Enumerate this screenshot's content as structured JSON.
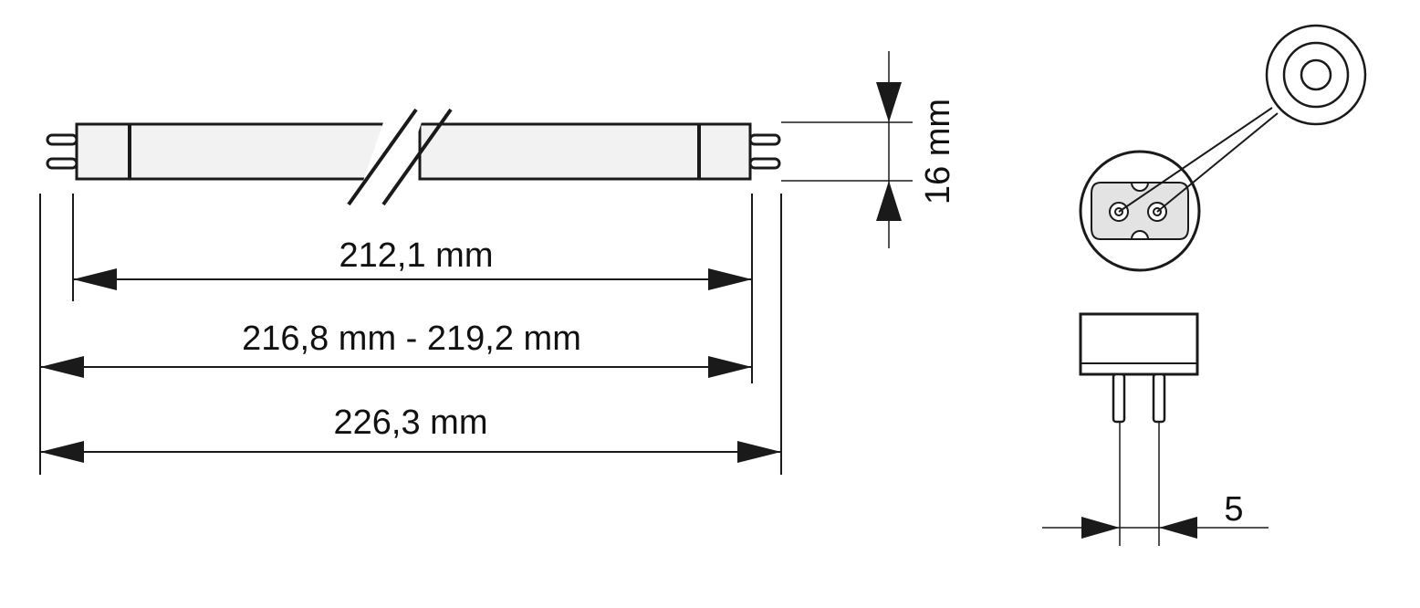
{
  "dimensions": {
    "tube_diameter": "16 mm",
    "length_between_pins_tips_inner": "212,1 mm",
    "length_range": "216,8 mm - 219,2 mm",
    "overall_length": "226,3 mm",
    "pin_spacing": "5"
  },
  "colors": {
    "line": "#1a1a1a",
    "tube_fill": "#f2f2f2",
    "base_fill": "#e3e3e3",
    "text": "#111111"
  }
}
